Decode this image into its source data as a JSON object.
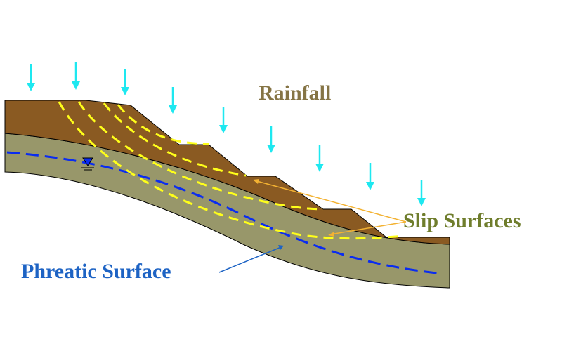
{
  "labels": {
    "rainfall": "Rainfall",
    "slip_surfaces": "Slip Surfaces",
    "phreatic_surface": "Phreatic Surface"
  },
  "colors": {
    "soil": "#8a5a22",
    "bedrock": "#98976a",
    "rain_arrow": "#1ee8f0",
    "slip_line": "#ffff1a",
    "phreatic_line": "#0a2cf0",
    "rainfall_text": "#857445",
    "slip_text": "#6f7d2c",
    "phreatic_text": "#1d63c4",
    "callout_slip": "#f3b232",
    "callout_phreatic": "#1d63c4"
  },
  "icons": {
    "rain": "down-arrow-icon",
    "water_table": "inverted-triangle-water-table-icon"
  }
}
